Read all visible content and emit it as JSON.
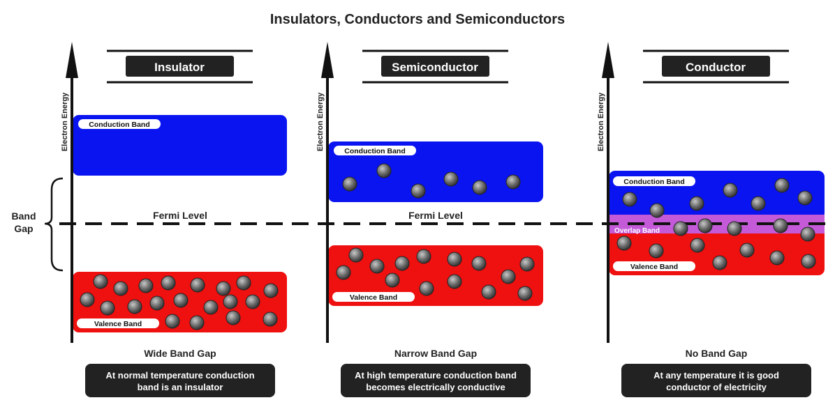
{
  "title": "Insulators, Conductors and Semiconductors",
  "axis_label": "Electron Energy",
  "fermi_label": "Fermi Level",
  "band_gap_label_line1": "Band",
  "band_gap_label_line2": "Gap",
  "colors": {
    "conduction": "#0a14f0",
    "valence": "#ef1010",
    "overlap": "#c45ad8",
    "label_bg": "#222222",
    "electron": "#555555"
  },
  "panels": [
    {
      "id": "insulator",
      "heading": "Insulator",
      "conduction_label": "Conduction Band",
      "valence_label": "Valence Band",
      "gap_caption": "Wide Band Gap",
      "note_line1": "At normal temperature conduction",
      "note_line2": "band is an insulator"
    },
    {
      "id": "semiconductor",
      "heading": "Semiconductor",
      "conduction_label": "Conduction Band",
      "valence_label": "Valence Band",
      "gap_caption": "Narrow Band Gap",
      "note_line1": "At high temperature conduction band",
      "note_line2": "becomes electrically conductive"
    },
    {
      "id": "conductor",
      "heading": "Conductor",
      "conduction_label": "Conduction Band",
      "valence_label": "Valence Band",
      "overlap_label": "Overlap Band",
      "gap_caption": "No Band Gap",
      "note_line1": "At any temperature it is good",
      "note_line2": "conductor of electricity"
    }
  ]
}
